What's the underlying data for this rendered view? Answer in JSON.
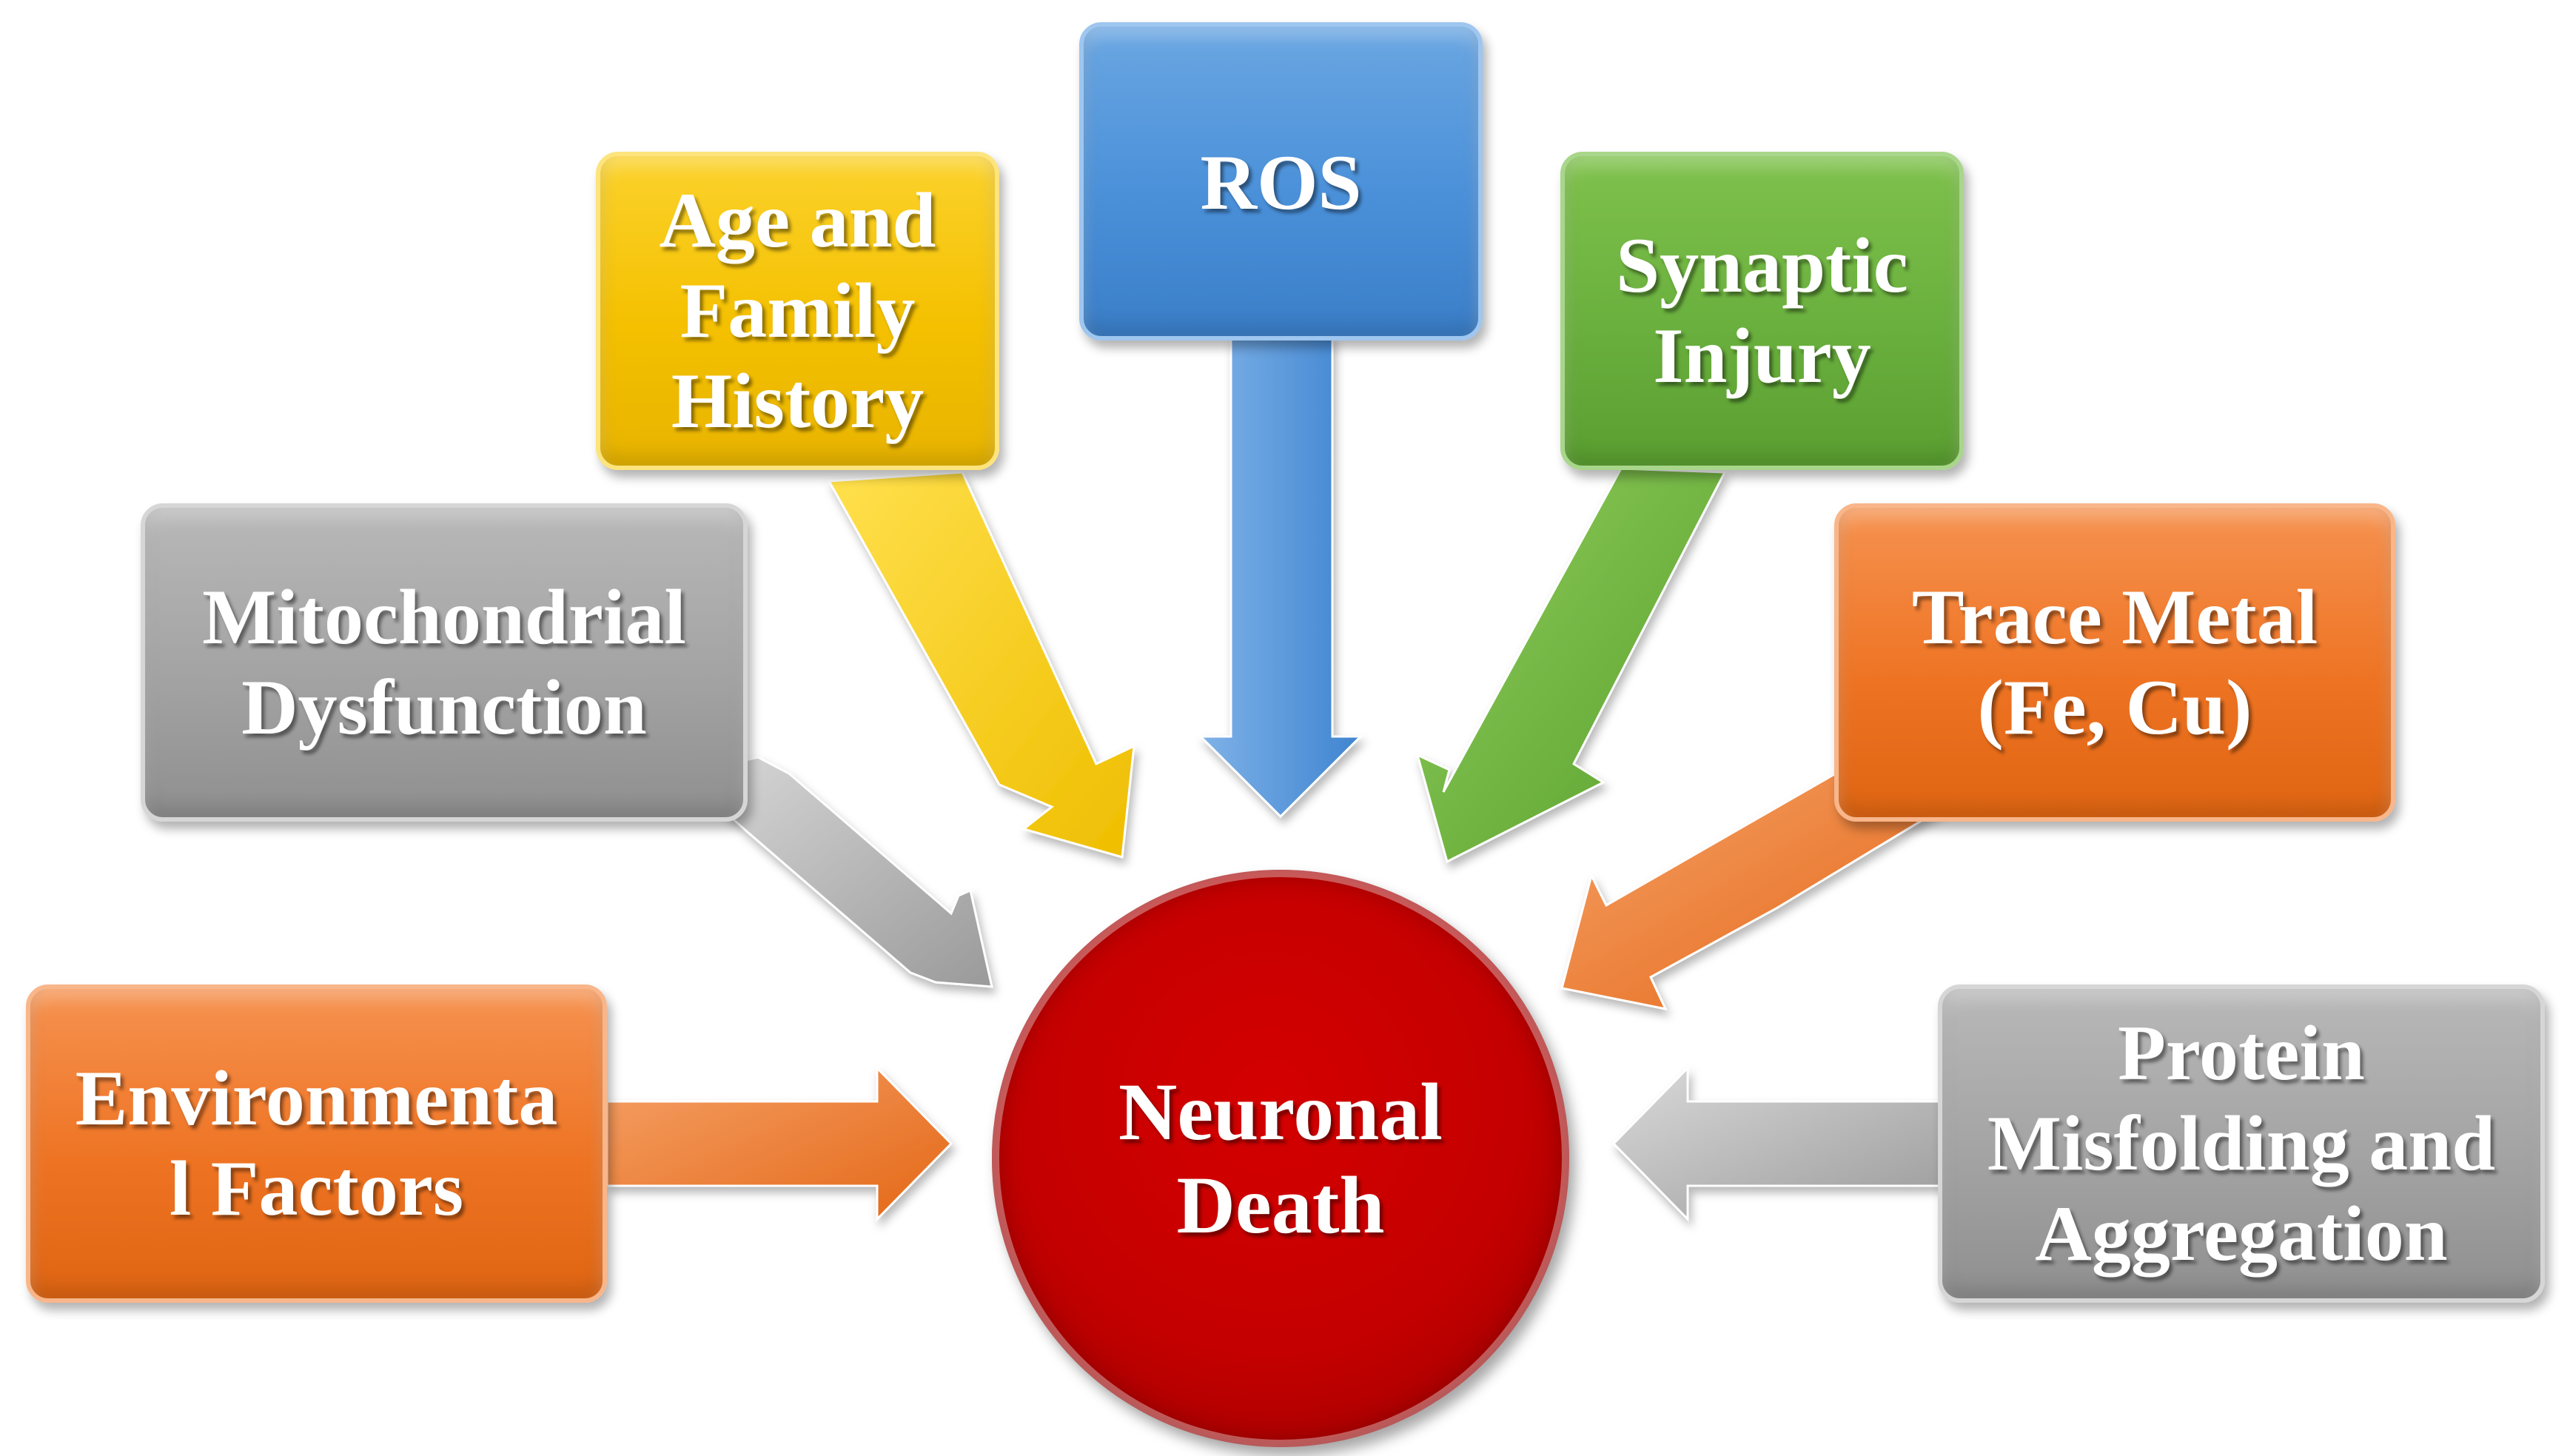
{
  "diagram": {
    "center": {
      "label": "Neuronal\nDeath",
      "color": "#c00000"
    },
    "factors": [
      {
        "key": "environmental",
        "label": "Environmenta\nl Factors",
        "color": "#f07a2a"
      },
      {
        "key": "mitochondrial",
        "label": "Mitochondrial\nDysfunction",
        "color": "#a6a6a6"
      },
      {
        "key": "age",
        "label": "Age and\nFamily\nHistory",
        "color": "#f5c400"
      },
      {
        "key": "ros",
        "label": "ROS",
        "color": "#4a90d9"
      },
      {
        "key": "synaptic",
        "label": "Synaptic\nInjury",
        "color": "#6ab03e"
      },
      {
        "key": "trace-metal",
        "label": "Trace Metal\n(Fe, Cu)",
        "color": "#f07a2a"
      },
      {
        "key": "protein",
        "label": "Protein\nMisfolding and\nAggregation",
        "color": "#a6a6a6"
      }
    ]
  }
}
